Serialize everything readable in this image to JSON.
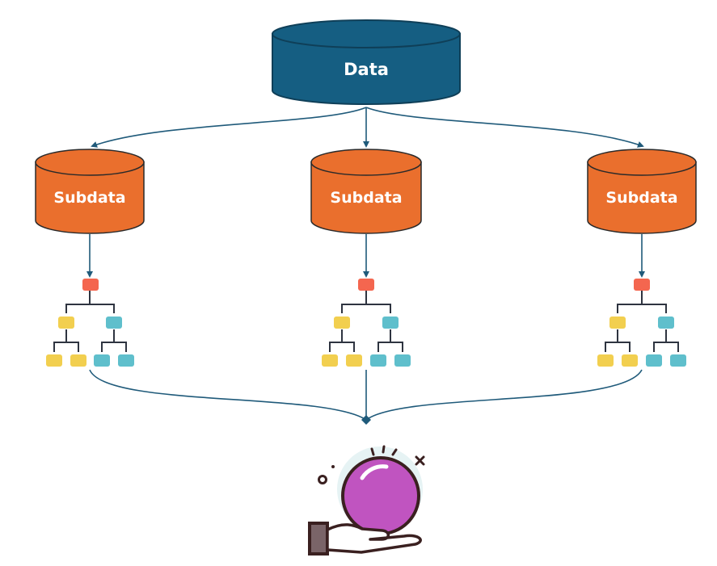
{
  "diagram": {
    "main_node": {
      "label": "Data",
      "color": "#155e82",
      "edge_color": "#0f3f58"
    },
    "subsets": [
      {
        "label": "Subdata"
      },
      {
        "label": "Subdata"
      },
      {
        "label": "Subdata"
      }
    ],
    "subset_color": "#ea6f2d",
    "subset_edge_color": "#2a2a2a",
    "arrow_color": "#1f5a7a",
    "tree_colors": {
      "root": "#f4664f",
      "left": "#f2cf4f",
      "right": "#5fbfcc"
    },
    "result_icon": "crystal-ball-in-hand-icon"
  }
}
